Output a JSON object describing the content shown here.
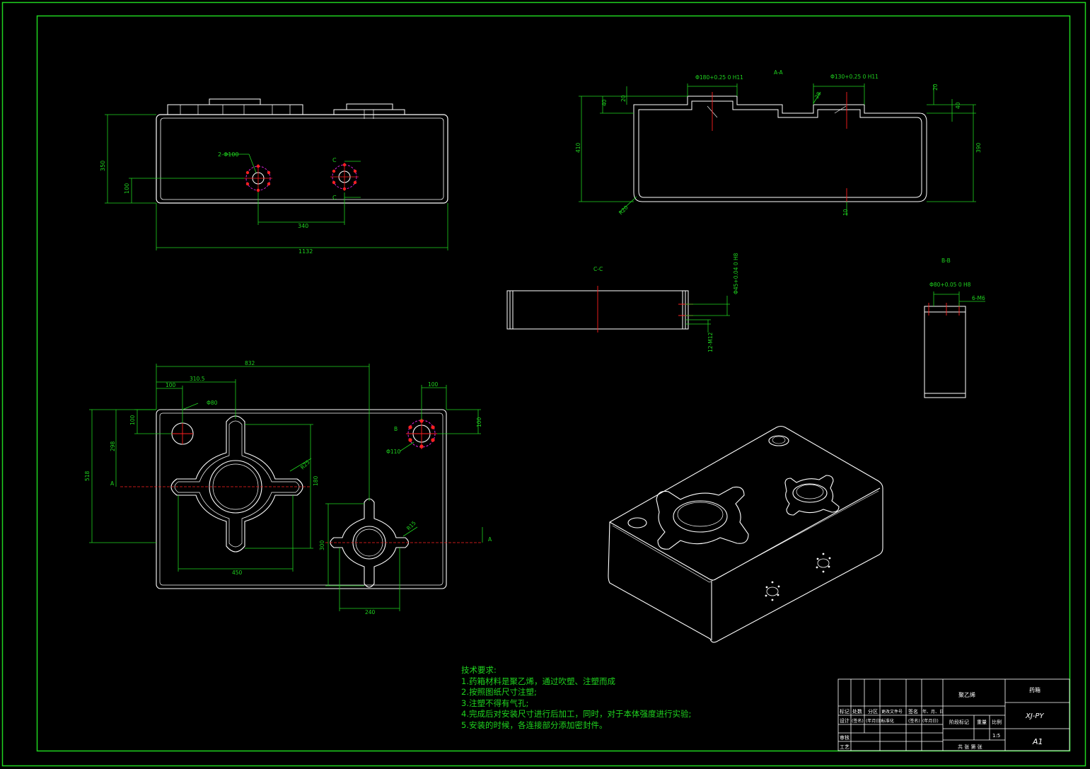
{
  "colors": {
    "background": "#000000",
    "frame": "#1fd41f",
    "outline": "#ffffff",
    "dimension": "#1fd41f",
    "centerline": "#ff2020",
    "hidden": "#d020d0"
  },
  "top_view": {
    "label_hole": "2-Φ100",
    "label_c1": "C",
    "label_c2": "C",
    "dim_height": "350",
    "dim_offset": "100",
    "dim_spacing": "340",
    "dim_length": "1132"
  },
  "section_aa": {
    "title": "A-A",
    "fit_left": "Φ180+0.25 0 H11",
    "fit_right": "Φ130+0.25 0 H11",
    "dim_left_small": "40",
    "dim_left_step": "20",
    "dim_left_total": "410",
    "dim_angle": "28",
    "dim_right_top": "20",
    "dim_right_step": "40",
    "dim_right_total": "390",
    "dim_wall": "10",
    "dim_radius": "R20"
  },
  "section_cc": {
    "title": "C-C",
    "fit": "Φ45+0.04 0 H8",
    "thread": "12-M12"
  },
  "section_bb": {
    "title": "B-B",
    "fit": "Φ80+0.05 0 H8",
    "thread": "6-M6"
  },
  "plan_view": {
    "dim_width": "832",
    "dim_offset_x": "310.5",
    "dim_left_edge": "100",
    "dim_right_edge": "100",
    "label_hole": "Φ80",
    "dim_top_hole": "100",
    "dim_a_pos": "298",
    "dim_depth": "518",
    "label_a_left": "A",
    "label_a_right": "A",
    "label_r_large": "R25",
    "dim_cross_h": "180",
    "label_b": "B",
    "label_hole_b": "Φ110",
    "dim_b_right": "100",
    "label_r_small": "R15",
    "dim_small_v": "300",
    "dim_large_w": "450",
    "dim_small_w": "240"
  },
  "notes": {
    "title": "技术要求:",
    "lines": [
      "1.药箱材料是聚乙烯，通过吹塑、注塑而成",
      "2.按照图纸尺寸注塑;",
      "3.注塑不得有气孔;",
      "4.完成后对安装尺寸进行后加工，同时，对于本体强度进行实验;",
      "5.安装的时候，各连接部分添加密封件。"
    ]
  },
  "title_block": {
    "material": "聚乙烯",
    "part_name": "药箱",
    "drawing_no": "XJ-PY",
    "sheet_size": "A1",
    "scale": "1:5",
    "row_header": [
      "标记",
      "处数",
      "分区",
      "更改文件号",
      "签名",
      "年、月、日"
    ],
    "row_design": [
      "设计",
      "(签名)",
      "(年月日)",
      "标准化",
      "(签名)",
      "(年月日)"
    ],
    "stage_label": "阶段标记",
    "weight_label": "重量",
    "scale_label": "比例",
    "review_label": "审核",
    "process_label": "工艺",
    "sheets_label": "共 张 第 张"
  }
}
